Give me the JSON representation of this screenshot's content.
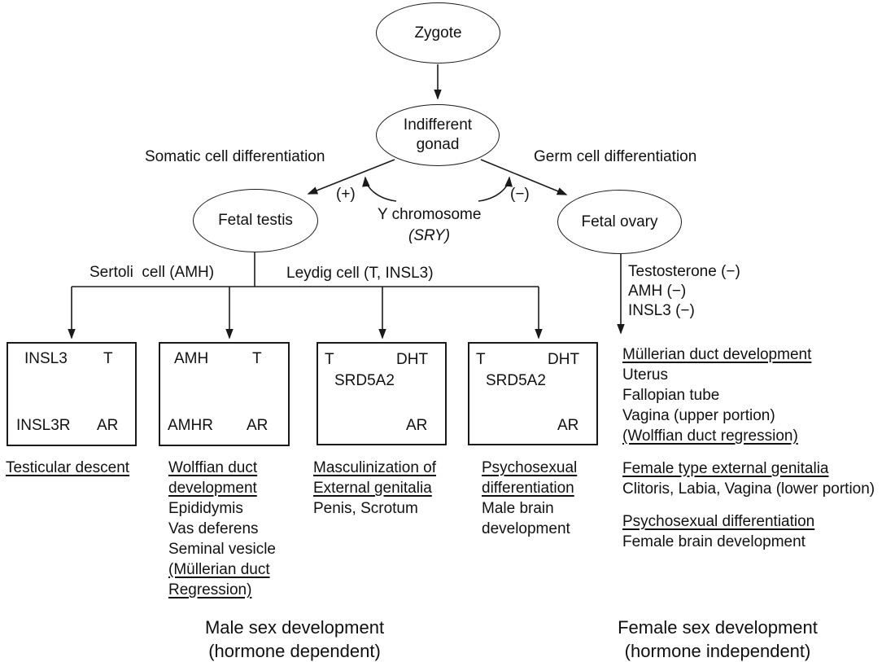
{
  "figure": {
    "background": "#ffffff",
    "line_color": "#1a1a1a"
  },
  "nodes": {
    "zygote": "Zygote",
    "indifferent_gonad": "Indifferent gonad",
    "fetal_testis": "Fetal testis",
    "fetal_ovary": "Fetal ovary"
  },
  "labels": {
    "somatic": "Somatic cell differentiation",
    "germ": "Germ cell differentiation",
    "plus": "(+)",
    "minus": "(−)",
    "y_chromosome": "Y chromosome",
    "sry": "(SRY)",
    "sertoli": "Sertoli  cell (AMH)",
    "leydig": "Leydig cell (T, INSL3)"
  },
  "ovary_outputs": [
    "Testosterone (−)",
    "AMH (−)",
    "INSL3 (−)"
  ],
  "pathway_boxes": [
    {
      "top_left": "INSL3",
      "top_right": "T",
      "bottom_left": "INSL3R",
      "bottom_right": "AR"
    },
    {
      "top_left": "AMH",
      "top_right": "T",
      "bottom_left": "AMHR",
      "bottom_right": "AR"
    },
    {
      "substrate": "T",
      "product": "DHT",
      "enzyme": "SRD5A2",
      "receptor": "AR"
    },
    {
      "substrate": "T",
      "product": "DHT",
      "enzyme": "SRD5A2",
      "receptor": "AR"
    }
  ],
  "male_outcomes": [
    {
      "lines": [
        "Testicular descent"
      ]
    },
    {
      "lines": [
        "Wolffian duct",
        "development",
        "Epididymis",
        "Vas deferens",
        "Seminal vesicle",
        "(Müllerian duct",
        "Regression)"
      ]
    },
    {
      "lines": [
        "Masculinization of",
        "External genitalia",
        "Penis, Scrotum"
      ]
    },
    {
      "lines": [
        "Psychosexual",
        "differentiation",
        "Male brain",
        "development"
      ]
    }
  ],
  "female_outcomes": {
    "block1": {
      "heading": "Müllerian duct development",
      "items": [
        "Uterus",
        "Fallopian tube",
        "Vagina (upper portion)"
      ],
      "footer": "(Wolffian duct regression)"
    },
    "block2": {
      "heading": "Female type external genitalia",
      "items": [
        "Clitoris, Labia, Vagina (lower portion)"
      ]
    },
    "block3": {
      "heading": "Psychosexual differentiation",
      "items": [
        "Female brain development"
      ]
    }
  },
  "summaries": {
    "male": [
      "Male sex development",
      "(hormone dependent)"
    ],
    "female": [
      "Female sex development",
      "(hormone independent)"
    ]
  },
  "edges": [
    {
      "from": "Zygote",
      "to": "Indifferent gonad"
    },
    {
      "from": "Indifferent gonad",
      "to": "Fetal testis",
      "label": "Somatic cell differentiation, Y chromosome (SRY) (+)"
    },
    {
      "from": "Indifferent gonad",
      "to": "Fetal ovary",
      "label": "Germ cell differentiation, Y chromosome (SRY) (−)"
    },
    {
      "from": "Fetal testis",
      "to": "INSL3/T box",
      "label": "Sertoli cell (AMH)"
    },
    {
      "from": "Fetal testis",
      "to": "AMH/T box and T→DHT boxes",
      "label": "Leydig cell (T, INSL3)"
    },
    {
      "from": "Fetal ovary",
      "to": "Müllerian duct development",
      "label": "Testosterone (−), AMH (−), INSL3 (−)"
    },
    {
      "from": "T",
      "to": "DHT",
      "label": "SRD5A2 (dashed)"
    }
  ]
}
